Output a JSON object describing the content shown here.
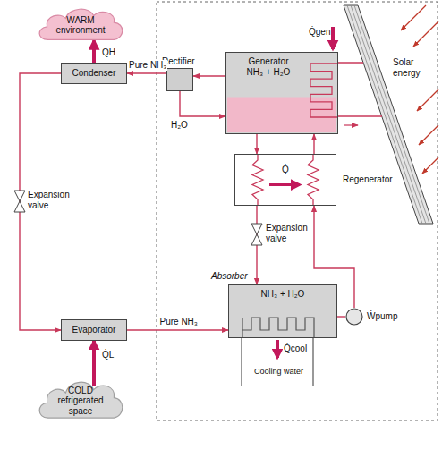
{
  "diagram": {
    "nodes": [
      {
        "text": [
          "WARM environment"
        ]
      },
      {
        "text": [
          "Condenser"
        ]
      },
      {
        "text": [
          "Rectifier"
        ]
      },
      {
        "text": [
          "Generator",
          "NH₃ + H₂O"
        ]
      },
      {
        "text": [
          "Regenerator"
        ]
      },
      {
        "text": [
          "Absorber",
          "NH₃ + H₂O"
        ]
      },
      {
        "text": [
          "Ẇpump"
        ]
      },
      {
        "text": [
          "Evaporator"
        ]
      },
      {
        "text": [
          "COLD refrigerated space"
        ]
      }
    ],
    "edges": [
      {
        "from": 3,
        "to": 2,
        "arrow": "to"
      },
      {
        "from": 2,
        "to": 3,
        "arrow": "to",
        "label": "H₂O"
      },
      {
        "from": 2,
        "to": 1,
        "arrow": "to",
        "label": "Pure NH₃"
      },
      {
        "from": 1,
        "to": 0,
        "arrow": "to",
        "label": "Q̇H"
      },
      {
        "from": 1,
        "to": 7,
        "arrow": "to"
      },
      {
        "from": 8,
        "to": 7,
        "arrow": "to",
        "label": "Q̇L"
      },
      {
        "from": 7,
        "to": 5,
        "arrow": "to",
        "label": "Pure NH₃"
      },
      {
        "from": 5,
        "to": 6,
        "arrow": "none"
      },
      {
        "from": 6,
        "to": 4,
        "arrow": "to"
      },
      {
        "from": 4,
        "to": 3,
        "arrow": "to"
      },
      {
        "from": 3,
        "to": 4,
        "arrow": "to"
      },
      {
        "from": 4,
        "to": 5,
        "arrow": "to"
      }
    ],
    "labels": [
      "Q̇gen",
      "Solar energy",
      "Q̇",
      "Expansion valve",
      "Expansion valve",
      "Q̇cool",
      "Cooling water"
    ]
  }
}
